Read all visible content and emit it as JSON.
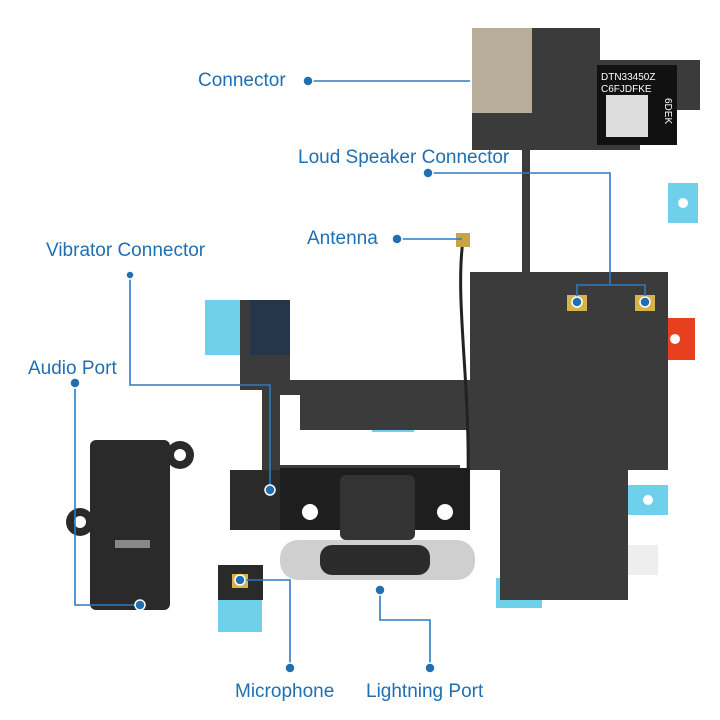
{
  "labels": {
    "connector": "Connector",
    "loud_speaker_connector": "Loud Speaker Connector",
    "antenna": "Antenna",
    "vibrator_connector": "Vibrator Connector",
    "audio_port": "Audio Port",
    "microphone": "Microphone",
    "lightning_port": "Lightning Port"
  },
  "sticker": {
    "line1": "DTN33450Z",
    "line2": "C6FJDFKE",
    "line3": "6DEK"
  },
  "colors": {
    "label": "#1f6fb2",
    "flex_cable": "#3b3b3b",
    "tab": "#6fd0ec",
    "red_tab": "#e8401f"
  }
}
